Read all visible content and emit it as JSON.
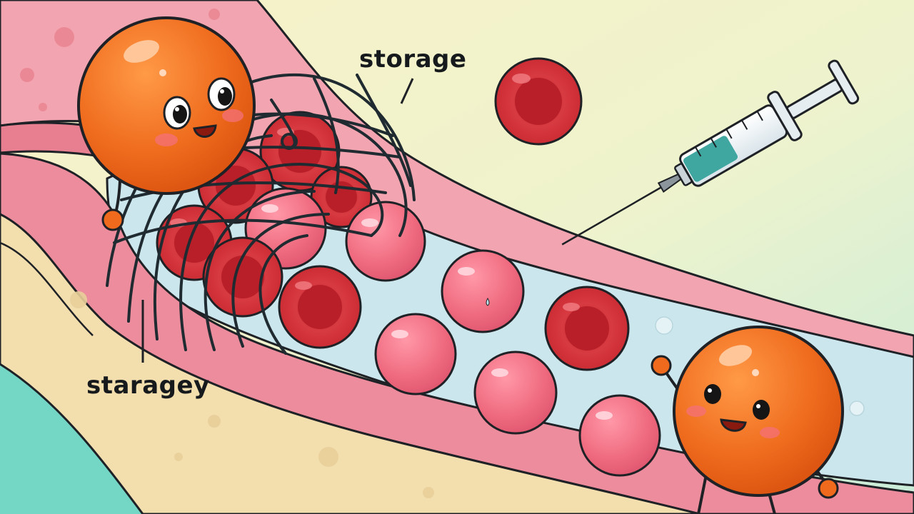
{
  "labels": {
    "top": "storage",
    "bottom": "staragey"
  },
  "palette": {
    "background_warm": "#f7f0c6",
    "background_cool": "#c9ecd8",
    "teal_corner": "#6fd3c2",
    "vessel_wall_pink": "#ee9aa6",
    "vessel_wall_tan": "#f3e0b0",
    "vessel_lumen": "#cfe7ec",
    "red_blood_cell": "#d9343c",
    "pink_cell": "#ef6a7e",
    "mascot_orange": "#ee6a1c",
    "mesh_dark": "#1d2a30",
    "syringe_liquid": "#3fa6a0"
  },
  "elements": {
    "mascot_left": "orange-blob-mascot",
    "mascot_right": "orange-blob-mascot",
    "mesh": "dark-wire-mesh",
    "syringe": "syringe-icon"
  }
}
